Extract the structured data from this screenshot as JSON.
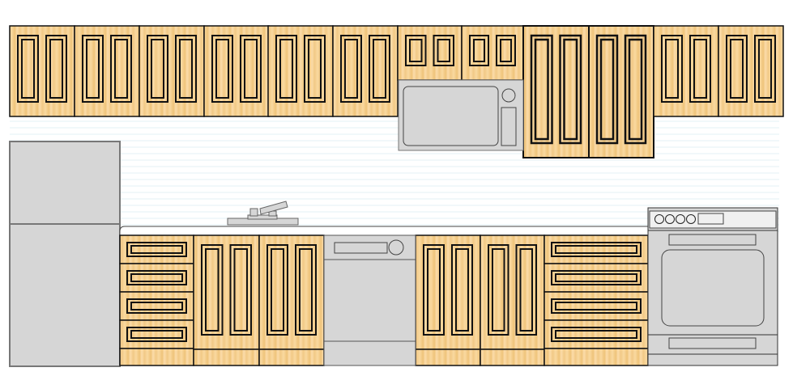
{
  "diagram": {
    "type": "kitchen-elevation",
    "colors": {
      "wood": "#f7d49a",
      "wood_grain": "#eebf72",
      "appliance": "#d6d6d6",
      "appliance_light": "#f0f0f0",
      "outline": "#111111",
      "backsplash_line": "#e3f1f5"
    },
    "upper_cabinets": 12,
    "base_drawer_stacks": 2,
    "base_doors": 4,
    "appliances": [
      "refrigerator",
      "microwave",
      "dishwasher",
      "range-oven",
      "sink-faucet"
    ]
  }
}
